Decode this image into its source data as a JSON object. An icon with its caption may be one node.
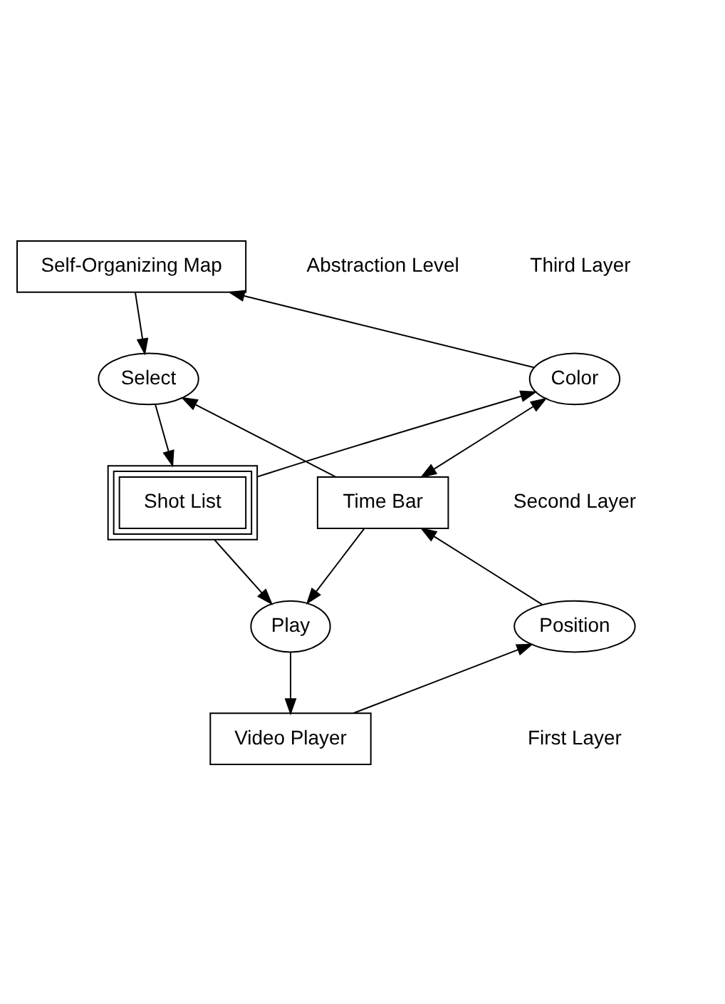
{
  "diagram": {
    "nodes": [
      {
        "text": [
          "Self-Organizing Map"
        ]
      },
      {
        "text": [
          "Select"
        ]
      },
      {
        "text": [
          "Color"
        ]
      },
      {
        "text": [
          "Shot List"
        ]
      },
      {
        "text": [
          "Time Bar"
        ]
      },
      {
        "text": [
          "Play"
        ]
      },
      {
        "text": [
          "Position"
        ]
      },
      {
        "text": [
          "Video Player"
        ]
      }
    ],
    "edges": [
      {
        "from": 0,
        "to": 1,
        "arrow": "to"
      },
      {
        "from": 2,
        "to": 0,
        "arrow": "to"
      },
      {
        "from": 1,
        "to": 3,
        "arrow": "to"
      },
      {
        "from": 3,
        "to": 2,
        "arrow": "to"
      },
      {
        "from": 4,
        "to": 1,
        "arrow": "to"
      },
      {
        "from": 2,
        "to": 4,
        "arrow": "both"
      },
      {
        "from": 3,
        "to": 5,
        "arrow": "to"
      },
      {
        "from": 4,
        "to": 5,
        "arrow": "to"
      },
      {
        "from": 6,
        "to": 4,
        "arrow": "to"
      },
      {
        "from": 5,
        "to": 7,
        "arrow": "to"
      },
      {
        "from": 7,
        "to": 6,
        "arrow": "to"
      }
    ],
    "labels": [
      "Third Layer",
      "Second Layer",
      "First Layer",
      "Abstraction Level"
    ]
  }
}
